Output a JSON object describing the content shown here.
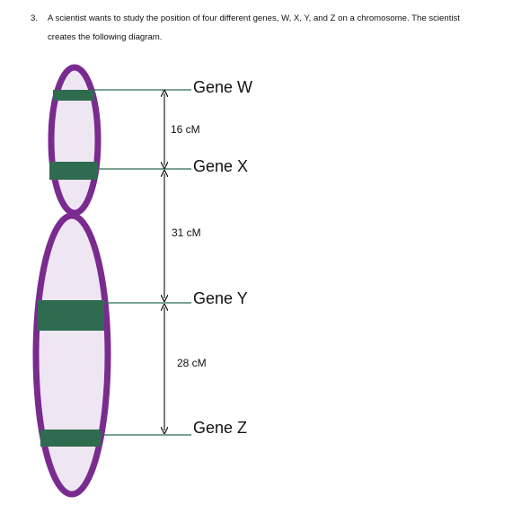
{
  "question": {
    "number": "3.",
    "line1": "A scientist wants to study the position of four different genes, W, X, Y, and Z on a chromosome. The scientist",
    "line2": "creates the following diagram."
  },
  "diagram": {
    "genes": [
      {
        "label": "Gene W"
      },
      {
        "label": "Gene X"
      },
      {
        "label": "Gene Y"
      },
      {
        "label": "Gene Z"
      }
    ],
    "distances": [
      {
        "label": "16 cM"
      },
      {
        "label": "31 cM"
      },
      {
        "label": "28 cM"
      }
    ],
    "colors": {
      "chromosome_outline": "#7a2b8f",
      "chromosome_fill": "#efe6f3",
      "band": "#2e6b4f",
      "line": "#2e6b4f",
      "arrow": "#111111"
    }
  }
}
